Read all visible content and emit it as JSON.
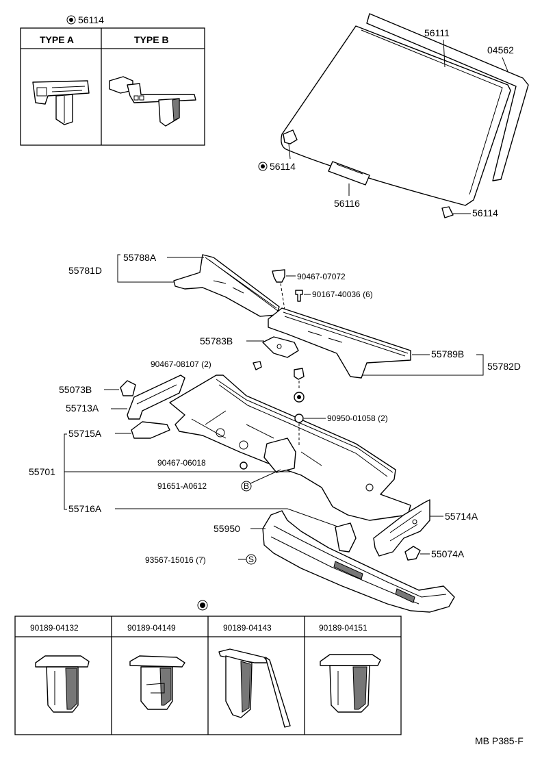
{
  "labels": {
    "l_56114_top": "56114",
    "type_a": "TYPE A",
    "type_b": "TYPE B",
    "l_56111": "56111",
    "l_04562": "04562",
    "l_56114_mid": "56114",
    "l_56116": "56116",
    "l_56114_right": "56114",
    "l_55788a": "55788A",
    "l_55781d": "55781D",
    "l_90467_07072": "90467-07072",
    "l_90167_40036": "90167-40036 (6)",
    "l_55783b": "55783B",
    "l_90467_08107": "90467-08107 (2)",
    "l_55789b": "55789B",
    "l_55782d": "55782D",
    "l_55073b": "55073B",
    "l_55713a": "55713A",
    "l_90950_01058": "90950-01058 (2)",
    "l_55715a": "55715A",
    "l_90467_06018": "90467-06018",
    "l_55701": "55701",
    "l_91651_a0612": "91651-A0612",
    "l_55716a": "55716A",
    "l_55714a": "55714A",
    "l_55950": "55950",
    "l_93567_15016": "93567-15016 (7)",
    "l_55074a": "55074A",
    "clip_1": "90189-04132",
    "clip_2": "90189-04149",
    "clip_3": "90189-04143",
    "clip_4": "90189-04151",
    "ref": "MB P385-F",
    "sym_b": "B",
    "sym_s": "S"
  }
}
